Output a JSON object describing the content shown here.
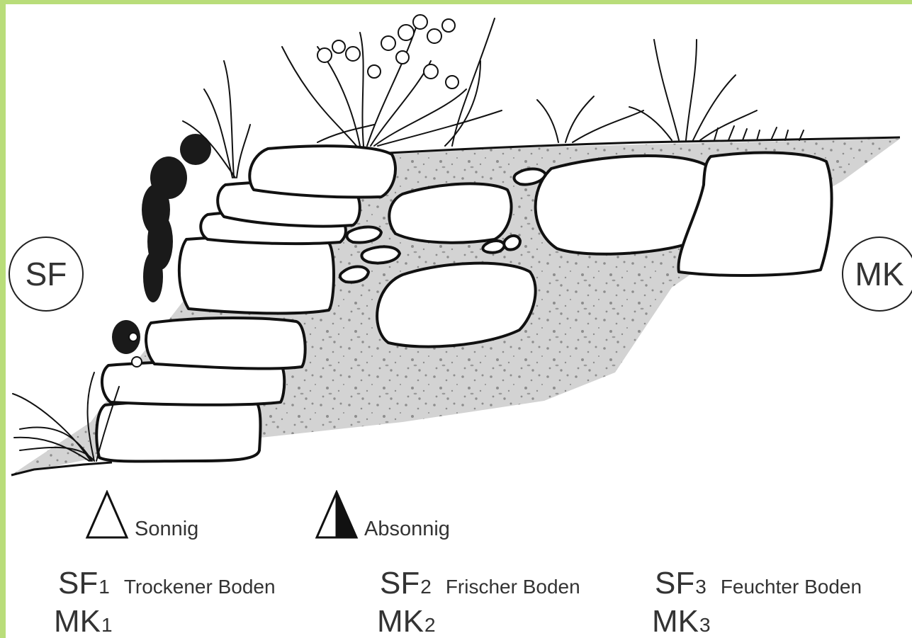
{
  "badges": {
    "left": "SF",
    "right": "MK"
  },
  "exposure": [
    {
      "icon": "sun-triangle-icon",
      "label": "Sonnig"
    },
    {
      "icon": "half-shade-triangle-icon",
      "label": "Absonnig"
    }
  ],
  "classes": [
    {
      "sf": "SF",
      "sf_sub": "1",
      "mk": "MK",
      "mk_sub": "1",
      "description": "Trockener Boden"
    },
    {
      "sf": "SF",
      "sf_sub": "2",
      "mk": "MK",
      "mk_sub": "2",
      "description": "Frischer Boden"
    },
    {
      "sf": "SF",
      "sf_sub": "3",
      "mk": "MK",
      "mk_sub": "3",
      "description": "Feuchter Boden"
    }
  ],
  "colors": {
    "frame": "#b9dd7a",
    "soil": "#d3d3d3",
    "stone_outline": "#111111",
    "shade": "#111111"
  }
}
